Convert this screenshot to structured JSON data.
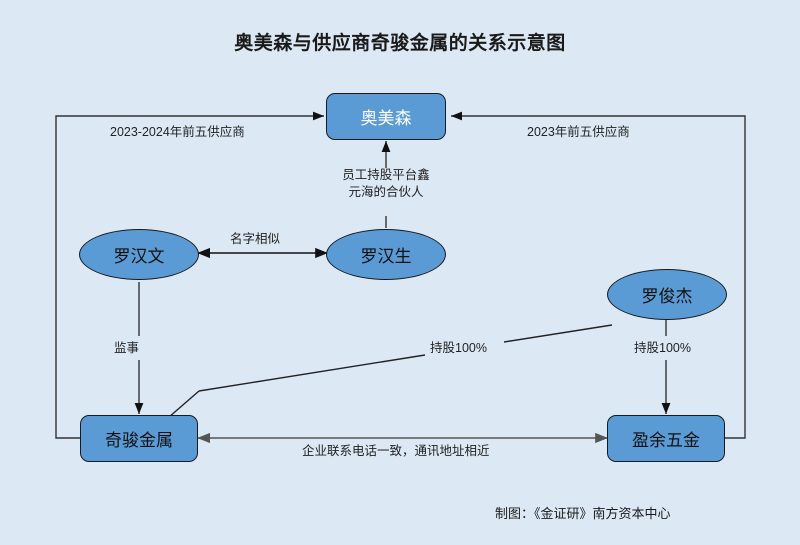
{
  "diagram": {
    "title": "奥美森与供应商奇骏金属的关系示意图",
    "credit": "制图：《金证研》南方资本中心",
    "background_color": "#dce9f5",
    "node_fill_color": "#5b9bd5",
    "node_border_color": "#1a1a1a",
    "nodes": [
      {
        "id": "aomeisen",
        "label": "奥美森",
        "shape": "rect",
        "text_color": "#ffffff"
      },
      {
        "id": "luohanwen",
        "label": "罗汉文",
        "shape": "ellipse",
        "text_color": "#111111"
      },
      {
        "id": "luohansheng",
        "label": "罗汉生",
        "shape": "ellipse",
        "text_color": "#111111"
      },
      {
        "id": "luojunjie",
        "label": "罗俊杰",
        "shape": "ellipse",
        "text_color": "#111111"
      },
      {
        "id": "qijunjinshu",
        "label": "奇骏金属",
        "shape": "rect",
        "text_color": "#111111"
      },
      {
        "id": "yingyuwujin",
        "label": "盈余五金",
        "shape": "rect",
        "text_color": "#111111"
      }
    ],
    "edges": [
      {
        "id": "e-qijun-aomeisen",
        "from": "qijunjinshu",
        "to": "aomeisen",
        "label": "2023-2024年前五供应商"
      },
      {
        "id": "e-yingyu-aomeisen",
        "from": "yingyuwujin",
        "to": "aomeisen",
        "label": "2023年前五供应商"
      },
      {
        "id": "e-luohansheng-aomeisen",
        "from": "luohansheng",
        "to": "aomeisen",
        "label_line1": "员工持股平台鑫",
        "label_line2": "元海的合伙人"
      },
      {
        "id": "e-luohanwen-luohansheng",
        "from": "luohanwen",
        "to": "luohansheng",
        "label": "名字相似",
        "arrow": "both"
      },
      {
        "id": "e-luohanwen-qijun",
        "from": "luohanwen",
        "to": "qijunjinshu",
        "label": "监事"
      },
      {
        "id": "e-luojunjie-qijun",
        "from": "luojunjie",
        "to": "qijunjinshu",
        "label": "持股100%"
      },
      {
        "id": "e-luojunjie-yingyu",
        "from": "luojunjie",
        "to": "yingyuwujin",
        "label": "持股100%"
      },
      {
        "id": "e-qijun-yingyu",
        "from": "qijunjinshu",
        "to": "yingyuwujin",
        "label": "企业联系电话一致，通讯地址相近",
        "arrow": "both"
      }
    ]
  }
}
